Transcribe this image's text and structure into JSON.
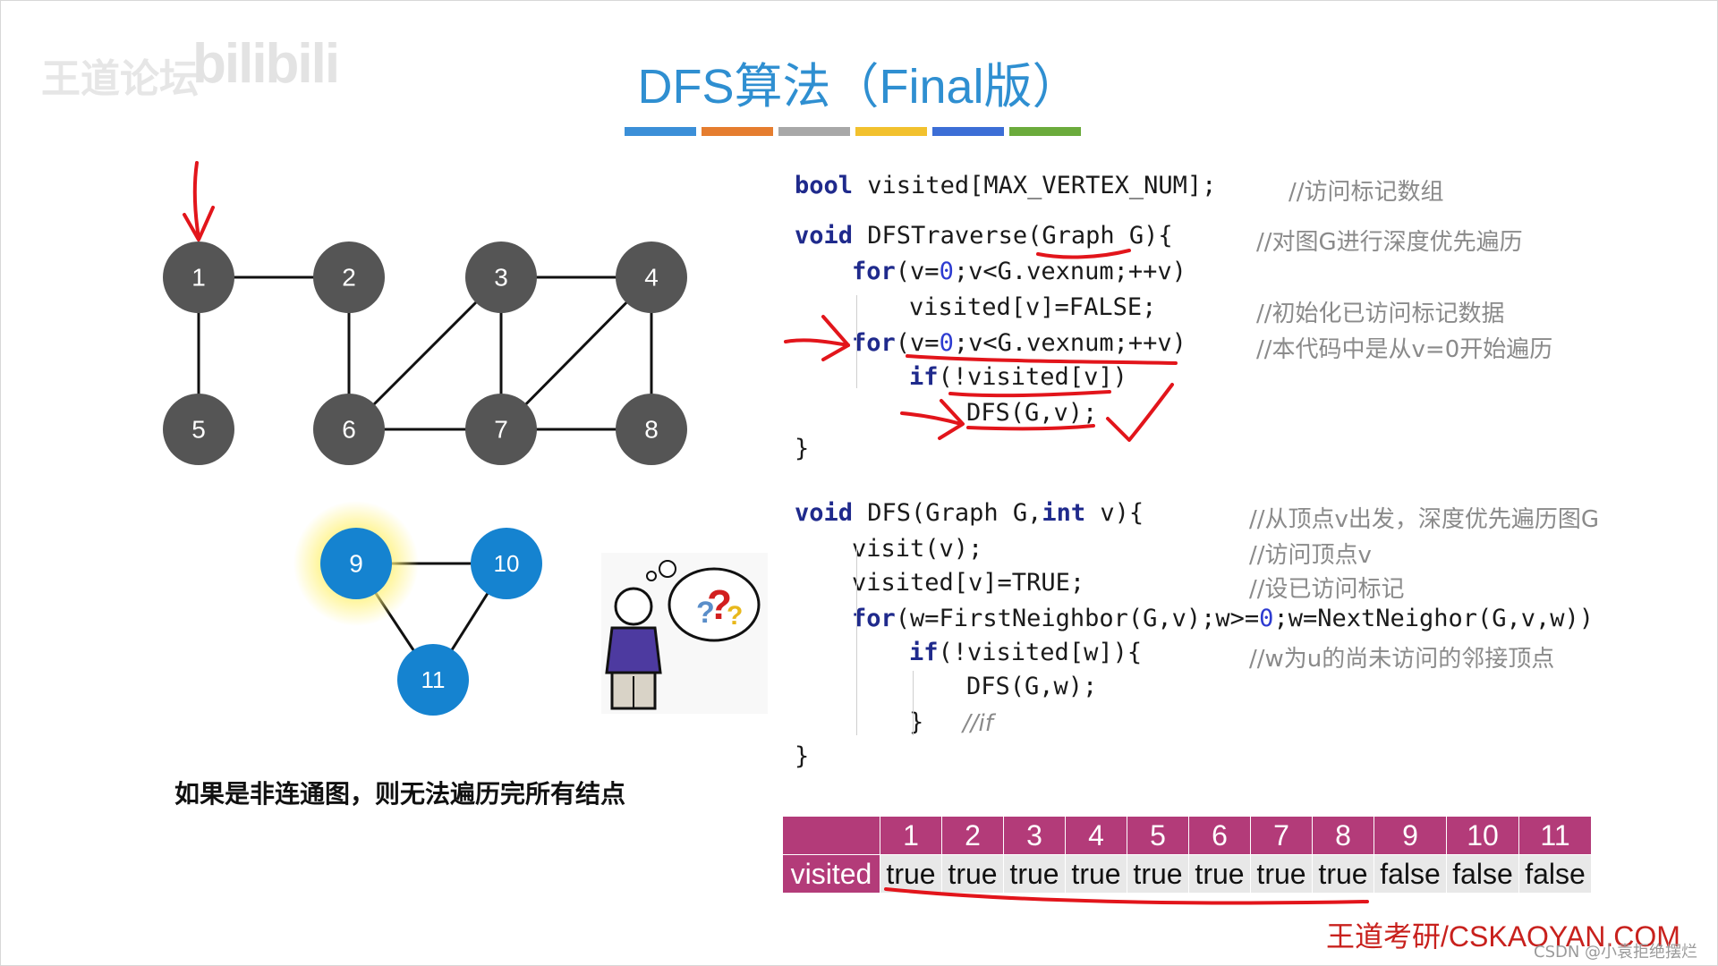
{
  "watermark": {
    "left": "王道论坛",
    "right": "bilibili"
  },
  "title": "DFS算法（Final版）",
  "color_bar": [
    "#3b8fd8",
    "#e57d2f",
    "#a8a8a8",
    "#f2c12e",
    "#3c6ed6",
    "#6bab3c"
  ],
  "graph1": {
    "nodes": [
      "1",
      "2",
      "3",
      "4",
      "5",
      "6",
      "7",
      "8"
    ],
    "color": "#555555"
  },
  "graph2": {
    "nodes": [
      "9",
      "10",
      "11"
    ],
    "color": "#1583d0",
    "highlight": "9"
  },
  "caption": "如果是非连通图，则无法遍历完所有结点",
  "code": {
    "line1": {
      "kw": "bool",
      "rest": " visited[MAX_VERTEX_NUM];",
      "comment": "//访问标记数组"
    },
    "line2": {
      "kw": "void",
      "rest": " DFSTraverse(Graph G){",
      "comment": "//对图G进行深度优先遍历"
    },
    "line3": {
      "kw": "for",
      "pre": "(v=",
      "num": "0",
      "post": ";v<G.vexnum;++v)"
    },
    "line4": {
      "text": "visited[v]=FALSE;",
      "comment": "//初始化已访问标记数据"
    },
    "line5": {
      "kw": "for",
      "pre": "(v=",
      "num": "0",
      "post": ";v<G.vexnum;++v)",
      "comment": "//本代码中是从v=0开始遍历"
    },
    "line6": {
      "kw": "if",
      "rest": "(!visited[v])"
    },
    "line7": {
      "text": "DFS(G,v);"
    },
    "line8": {
      "text": "}"
    },
    "line9": {
      "kw1": "void",
      "mid": " DFS(Graph G,",
      "kw2": "int",
      "post": " v){",
      "comment": "//从顶点v出发，深度优先遍历图G"
    },
    "line10": {
      "text": "visit(v);",
      "comment": "//访问顶点v"
    },
    "line11": {
      "text": "visited[v]=TRUE;",
      "comment": "//设已访问标记"
    },
    "line12": {
      "kw": "for",
      "pre": "(w=FirstNeighbor(G,v);w>=",
      "num": "0",
      "post": ";w=NextNeighor(G,v,w))"
    },
    "line13": {
      "kw": "if",
      "rest": "(!visited[w]){",
      "comment": "//w为u的尚未访问的邻接顶点"
    },
    "line14": {
      "text": "DFS(G,w);"
    },
    "line15": {
      "text": "}",
      "comment": "//if"
    },
    "line16": {
      "text": "}"
    }
  },
  "visited_table": {
    "row_label": "visited",
    "headers": [
      "1",
      "2",
      "3",
      "4",
      "5",
      "6",
      "7",
      "8",
      "9",
      "10",
      "11"
    ],
    "values": [
      "true",
      "true",
      "true",
      "true",
      "true",
      "true",
      "true",
      "true",
      "false",
      "false",
      "false"
    ]
  },
  "footer": {
    "brand": "王道考研/CSKAOYAN.COM",
    "csdn": "CSDN @小袁拒绝摆烂"
  }
}
